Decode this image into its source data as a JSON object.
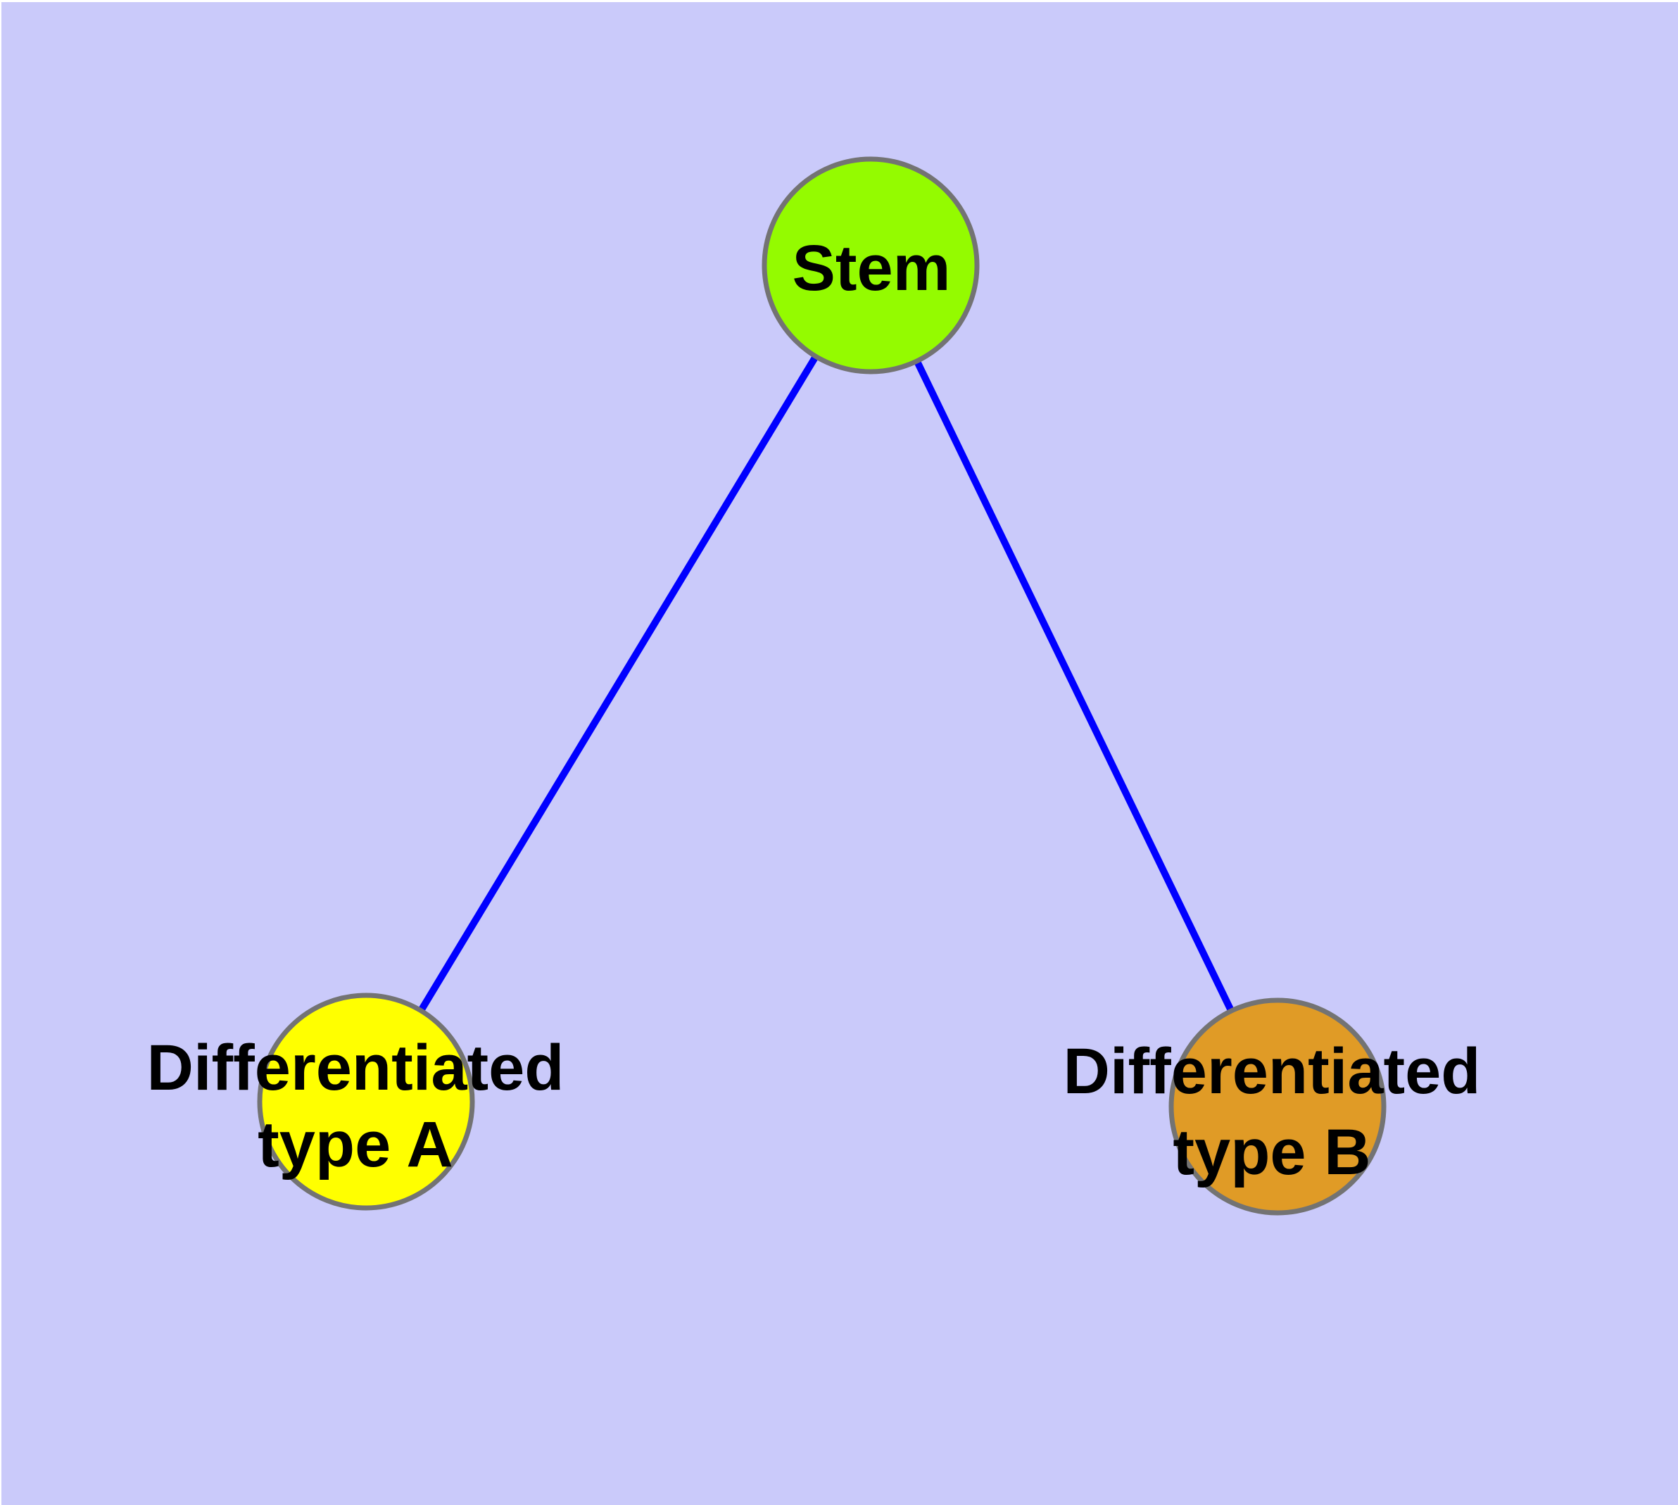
{
  "diagram": {
    "background_color": "#cacafa",
    "margin_color": "#ffffff",
    "edge_color": "#0000ff",
    "node_border_color": "#737373",
    "label_color": "#000000",
    "nodes": [
      {
        "id": "stem",
        "label": "Stem",
        "fill": "#94fb00"
      },
      {
        "id": "differentiated-type-a",
        "label_line1": "Differentiated",
        "label_line2": "type A",
        "fill": "#ffff00"
      },
      {
        "id": "differentiated-type-b",
        "label_line1": "Differentiated",
        "label_line2": "type B",
        "fill": "#e09b26"
      }
    ],
    "edges": [
      {
        "from": "Stem",
        "to": "Differentiated type A"
      },
      {
        "from": "Stem",
        "to": "Differentiated type B"
      }
    ]
  }
}
